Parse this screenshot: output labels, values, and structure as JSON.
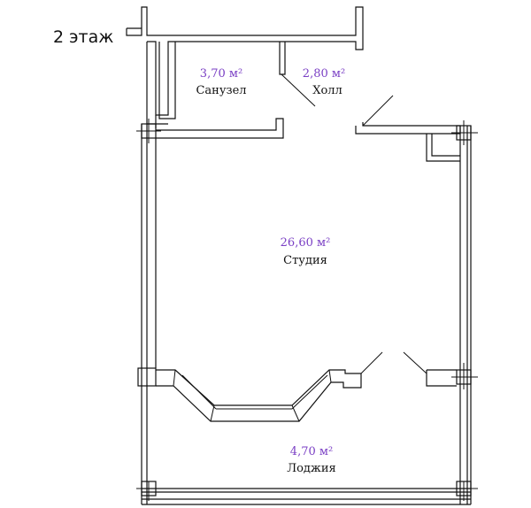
{
  "floor": {
    "label": "2 этаж"
  },
  "rooms": [
    {
      "id": "bathroom",
      "area": "3,70 м²",
      "name": "Санузел"
    },
    {
      "id": "hall",
      "area": "2,80 м²",
      "name": "Холл"
    },
    {
      "id": "studio",
      "area": "26,60 м²",
      "name": "Студия"
    },
    {
      "id": "loggia",
      "area": "4,70 м²",
      "name": "Лоджия"
    }
  ],
  "colors": {
    "area_text": "#7a3fc4",
    "walls": "#111111",
    "background": "#ffffff"
  }
}
